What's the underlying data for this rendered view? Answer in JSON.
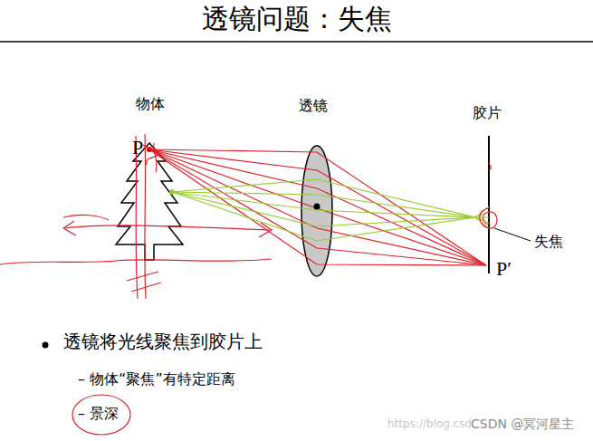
{
  "diagram": {
    "title": "透镜问题：失焦",
    "labels": [
      "物体",
      "透镜",
      "胶片",
      "P",
      "P′",
      "失焦",
      "透镜将光线聚焦到胶片上",
      "– 物体“聚焦”有特定距离",
      "– 景深",
      "https://blog.csdn.n",
      "CSDN @冥河星主"
    ]
  }
}
